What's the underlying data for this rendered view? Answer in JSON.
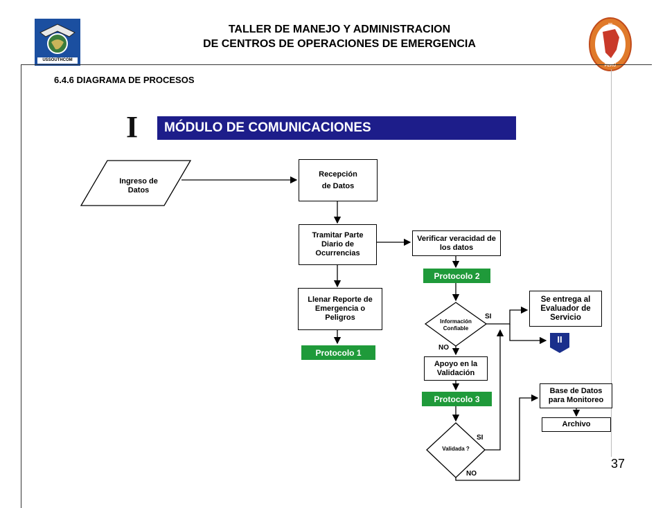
{
  "header": {
    "line1": "TALLER DE MANEJO Y ADMINISTRACION",
    "line2": "DE CENTROS DE OPERACIONES DE EMERGENCIA",
    "left_logo_text": "USSOUTHCOM",
    "right_logo_text": "PERU"
  },
  "section_title": "6.4.6  DIAGRAMA DE PROCESOS",
  "module": {
    "roman": "I",
    "title": "MÓDULO DE COMUNICACIONES"
  },
  "nodes": {
    "ingreso": "Ingreso de Datos",
    "recepcion": "Recepción\nde Datos",
    "tramitar": "Tramitar Parte Diario de Ocurrencias",
    "llenar": "Llenar Reporte de Emergencia o Peligros",
    "protocolo1": "Protocolo 1",
    "verificar": "Verificar veracidad de los datos",
    "protocolo2": "Protocolo 2",
    "informacion": "Información Confiable",
    "apoyo": "Apoyo en la Validación",
    "protocolo3": "Protocolo 3",
    "validada": "Validada ?",
    "entrega": "Se entrega al Evaluador de Servicio",
    "modulo2": "II",
    "base": "Base de Datos para Monitoreo",
    "archivo": "Archivo"
  },
  "labels": {
    "si1": "SI",
    "no1": "NO",
    "si2": "SI",
    "no2": "NO"
  },
  "page_number": "37",
  "colors": {
    "banner": "#1d1d8a",
    "protocol": "#1f9a3a",
    "module_ii": "#1a2f8c"
  }
}
